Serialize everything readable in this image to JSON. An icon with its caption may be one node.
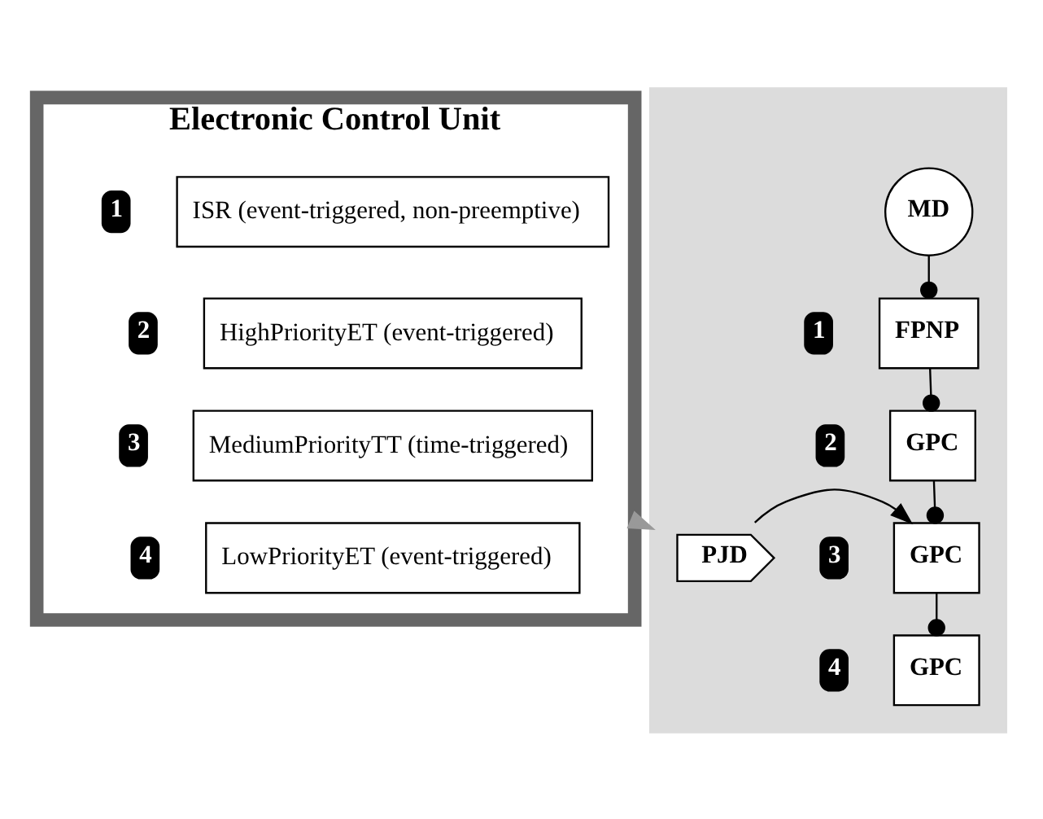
{
  "diagram": {
    "nodes": [
      {
        "text": [
          "Electronic Control Unit"
        ]
      },
      {
        "text": [
          "ISR (event-triggered, non-preemptive)"
        ],
        "in": 0,
        "beside": [
          "1"
        ]
      },
      {
        "text": [
          "HighPriorityET (event-triggered)"
        ],
        "in": 0,
        "beside": [
          "2"
        ]
      },
      {
        "text": [
          "MediumPriorityTT (time-triggered)"
        ],
        "in": 0,
        "beside": [
          "3"
        ]
      },
      {
        "text": [
          "LowPriorityET (event-triggered)"
        ],
        "in": 0,
        "beside": [
          "4"
        ]
      },
      {
        "text": [],
        "shape": "box"
      },
      {
        "text": [
          "MD"
        ],
        "in": 5
      },
      {
        "text": [
          "FPNP"
        ],
        "in": 5,
        "beside": [
          "1"
        ]
      },
      {
        "text": [
          "GPC"
        ],
        "in": 5,
        "beside": [
          "2"
        ]
      },
      {
        "text": [
          "PJD"
        ],
        "in": 5
      },
      {
        "text": [
          "GPC"
        ],
        "in": 5,
        "beside": [
          "3"
        ]
      },
      {
        "text": [
          "GPC"
        ],
        "in": 5,
        "beside": [
          "4"
        ]
      }
    ],
    "edges": [
      {
        "from": 0,
        "to": 5,
        "arrow": "to",
        "style": "dashed",
        "color": "#999999"
      },
      {
        "from": 6,
        "to": 7,
        "arrow": "other"
      },
      {
        "from": 7,
        "to": 8,
        "arrow": "other"
      },
      {
        "from": 8,
        "to": 10,
        "arrow": "other"
      },
      {
        "from": 9,
        "to": 10,
        "arrow": "to"
      },
      {
        "from": 10,
        "to": 11,
        "arrow": "other"
      }
    ]
  }
}
